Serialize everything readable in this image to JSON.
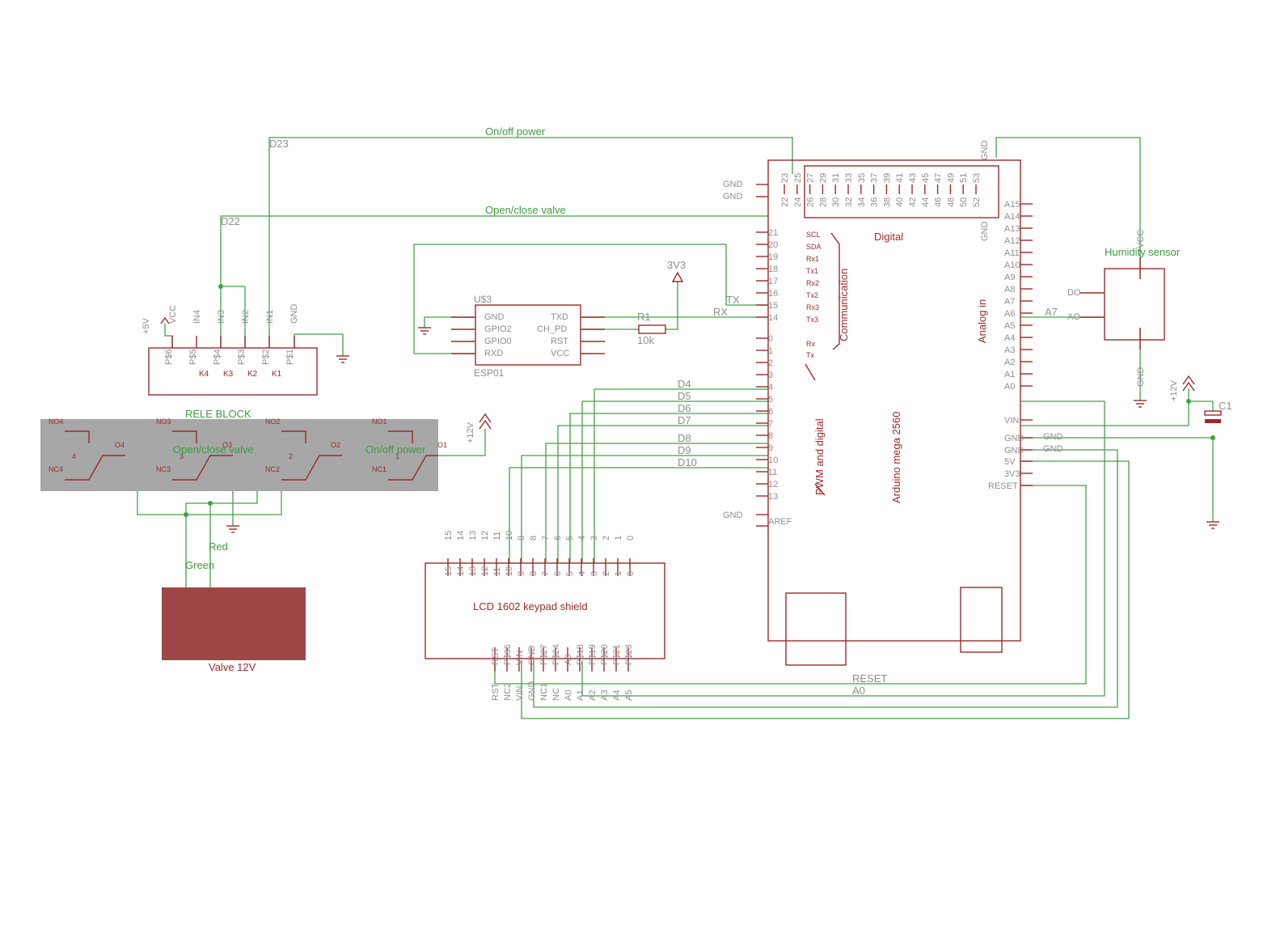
{
  "nets": {
    "on_off_power": "On/off power",
    "open_close_valve": "Open/close valve",
    "d23": "D23",
    "d22": "D22",
    "tx": "TX",
    "rx": "RX",
    "d4": "D4",
    "d5": "D5",
    "d6": "D6",
    "d7": "D7",
    "d8": "D8",
    "d9": "D9",
    "d10": "D10",
    "a7": "A7",
    "reset": "RESET",
    "a0": "A0",
    "gnd": "GND",
    "red": "Red",
    "green": "Green"
  },
  "relay": {
    "title": "RELE BLOCK",
    "pins": [
      "P$6",
      "P$5",
      "P$4",
      "P$3",
      "P$2",
      "P$1"
    ],
    "pin_names": [
      "VCC",
      "IN4",
      "IN3",
      "IN2",
      "IN1",
      "GND"
    ],
    "k_labels": [
      "K4",
      "K3",
      "K2",
      "K1"
    ],
    "supply": "+5V",
    "contacts": {
      "no": [
        "NO4",
        "NO3",
        "NO2",
        "NO1"
      ],
      "nc": [
        "NC4",
        "NC3",
        "NC2",
        "NC1"
      ],
      "o": [
        "O4",
        "O3",
        "O2",
        "O1"
      ],
      "num": [
        "4",
        "3",
        "2",
        "1"
      ]
    },
    "channel_labels": [
      "Open/close valve",
      "On/off power"
    ]
  },
  "supply_12v": "+12V",
  "valve": {
    "label": "Valve 12V"
  },
  "esp": {
    "ref": "U$3",
    "name": "ESP01",
    "left_pins": [
      "GND",
      "GPIO2",
      "GPIO0",
      "RXD"
    ],
    "right_pins": [
      "TXD",
      "CH_PD",
      "RST",
      "VCC"
    ]
  },
  "resistor": {
    "ref": "R1",
    "value": "10k",
    "supply": "3V3"
  },
  "mega": {
    "name": "Arduino mega 2560",
    "digital": "Digital",
    "analog": "Analog in",
    "comm": "Communication",
    "pwm": "PWM and digital",
    "header_top": [
      "23",
      "25",
      "27",
      "29",
      "31",
      "33",
      "35",
      "37",
      "39",
      "41",
      "43",
      "45",
      "47",
      "49",
      "51",
      "53"
    ],
    "header_bottom": [
      "22",
      "24",
      "26",
      "28",
      "30",
      "32",
      "34",
      "36",
      "38",
      "40",
      "42",
      "44",
      "46",
      "48",
      "50",
      "52"
    ],
    "left_top": [
      "21",
      "20",
      "19",
      "18",
      "17",
      "16",
      "15",
      "14"
    ],
    "comm_labels": [
      "SCL",
      "SDA",
      "Rx1",
      "Tx1",
      "Rx2",
      "Tx2",
      "Rx3",
      "Tx3"
    ],
    "rxtx_labels": [
      "Rx",
      "Tx"
    ],
    "left_pwm": [
      "0",
      "1",
      "2",
      "3",
      "4",
      "5",
      "6",
      "7",
      "8",
      "9",
      "10",
      "11",
      "12",
      "13"
    ],
    "gnd_labels": [
      "GND",
      "GND"
    ],
    "gnd_bottom": "GND",
    "aref": "AREF",
    "analog_pins": [
      "A15",
      "A14",
      "A13",
      "A12",
      "A11",
      "A10",
      "A9",
      "A8",
      "A7",
      "A6",
      "A5",
      "A4",
      "A3",
      "A2",
      "A1",
      "A0"
    ],
    "power_pins": [
      "VIN",
      "GND",
      "GND",
      "5V",
      "3V3",
      "RESET"
    ],
    "header_gnd": [
      "GND",
      "GND"
    ]
  },
  "humidity": {
    "label": "Humidity sensor",
    "pins": [
      "DO",
      "AO",
      "VCC",
      "GND"
    ]
  },
  "capacitor": {
    "ref": "C1",
    "supply": "+12V"
  },
  "lcd": {
    "label": "LCD 1602 keypad shield",
    "top_pins": [
      "15",
      "14",
      "13",
      "12",
      "11",
      "10",
      "9",
      "8",
      "7",
      "6",
      "5",
      "4",
      "3",
      "2",
      "1",
      "0"
    ],
    "bottom_pins": [
      "RST",
      "P$36",
      "VIN",
      "GND",
      "P$27",
      "P$24",
      "A0",
      "P$18",
      "P$19",
      "P$20",
      "P$21",
      "P$23"
    ],
    "bottom_names": [
      "RST",
      "NC2",
      "VIN",
      "GND",
      "NC1",
      "NC",
      "A0",
      "A1",
      "A2",
      "A3",
      "A4",
      "A5"
    ]
  }
}
